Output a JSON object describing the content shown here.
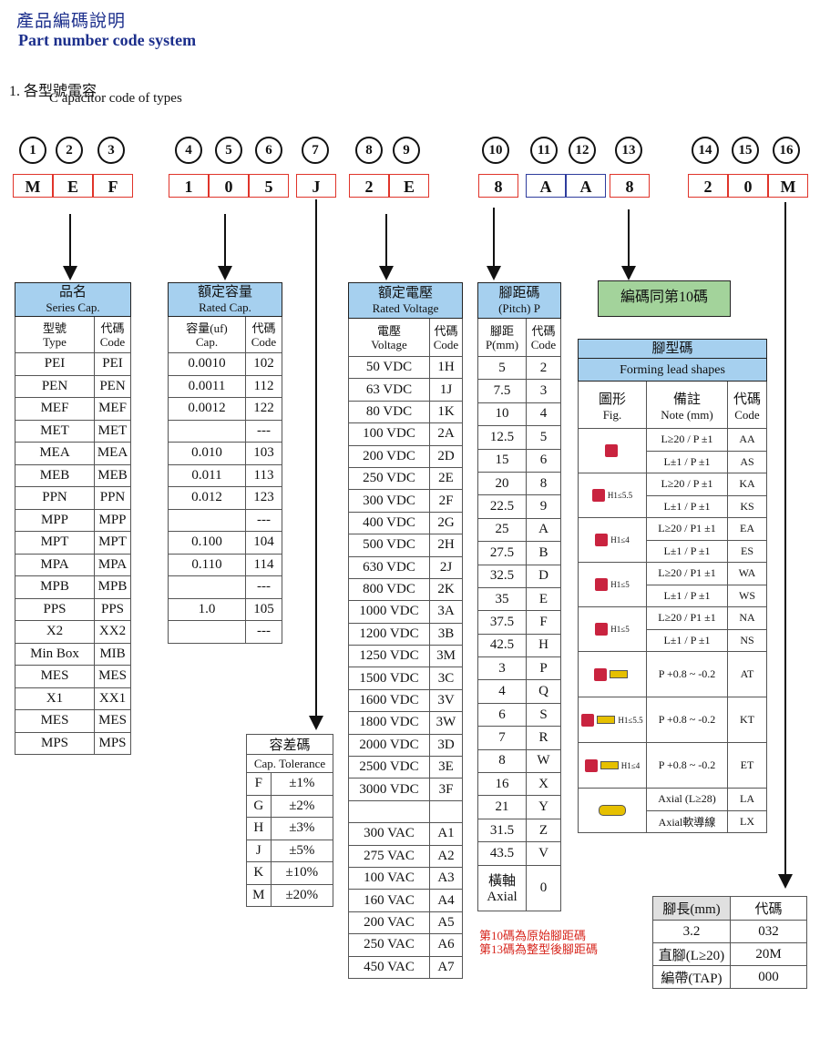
{
  "header": {
    "title_zh": "產品編碼說明",
    "title_en": "Part number code system",
    "section_num": "1.",
    "section_zh": "各型號電容",
    "section_en": "C apacitor code of types"
  },
  "positions": [
    "1",
    "2",
    "3",
    "4",
    "5",
    "6",
    "7",
    "8",
    "9",
    "10",
    "11",
    "12",
    "13",
    "14",
    "15",
    "16"
  ],
  "code_chars": [
    "M",
    "E",
    "F",
    "1",
    "0",
    "5",
    "J",
    "2",
    "E",
    "8",
    "A",
    "A",
    "8",
    "2",
    "0",
    "M"
  ],
  "series_table": {
    "title_zh": "品名",
    "title_en": "Series Cap.",
    "col1_zh": "型號",
    "col1_en": "Type",
    "col2_zh": "代碼",
    "col2_en": "Code",
    "rows": [
      [
        "PEI",
        "PEI"
      ],
      [
        "PEN",
        "PEN"
      ],
      [
        "MEF",
        "MEF"
      ],
      [
        "MET",
        "MET"
      ],
      [
        "MEA",
        "MEA"
      ],
      [
        "MEB",
        "MEB"
      ],
      [
        "PPN",
        "PPN"
      ],
      [
        "MPP",
        "MPP"
      ],
      [
        "MPT",
        "MPT"
      ],
      [
        "MPA",
        "MPA"
      ],
      [
        "MPB",
        "MPB"
      ],
      [
        "PPS",
        "PPS"
      ],
      [
        "X2",
        "XX2"
      ],
      [
        "Min Box",
        "MIB"
      ],
      [
        "MES",
        "MES"
      ],
      [
        "X1",
        "XX1"
      ],
      [
        "MES",
        "MES"
      ],
      [
        "MPS",
        "MPS"
      ]
    ]
  },
  "cap_table": {
    "title_zh": "額定容量",
    "title_en": "Rated Cap.",
    "col1_zh": "容量(uf)",
    "col1_en": "Cap.",
    "col2_zh": "代碼",
    "col2_en": "Code",
    "rows": [
      [
        "0.0010",
        "102"
      ],
      [
        "0.0011",
        "112"
      ],
      [
        "0.0012",
        "122"
      ],
      [
        "",
        "---"
      ],
      [
        "0.010",
        "103"
      ],
      [
        "0.011",
        "113"
      ],
      [
        "0.012",
        "123"
      ],
      [
        "",
        "---"
      ],
      [
        "0.100",
        "104"
      ],
      [
        "0.110",
        "114"
      ],
      [
        "",
        "---"
      ],
      [
        "1.0",
        "105"
      ],
      [
        "",
        "---"
      ]
    ]
  },
  "tol_table": {
    "title_zh": "容差碼",
    "title_en": "Cap. Tolerance",
    "rows": [
      [
        "F",
        "±1%"
      ],
      [
        "G",
        "±2%"
      ],
      [
        "H",
        "±3%"
      ],
      [
        "J",
        "±5%"
      ],
      [
        "K",
        "±10%"
      ],
      [
        "M",
        "±20%"
      ]
    ]
  },
  "volt_table": {
    "title_zh": "額定電壓",
    "title_en": "Rated Voltage",
    "col1_zh": "電壓",
    "col1_en": "Voltage",
    "col2_zh": "代碼",
    "col2_en": "Code",
    "rows": [
      [
        "50 VDC",
        "1H"
      ],
      [
        "63 VDC",
        "1J"
      ],
      [
        "80 VDC",
        "1K"
      ],
      [
        "100 VDC",
        "2A"
      ],
      [
        "200 VDC",
        "2D"
      ],
      [
        "250 VDC",
        "2E"
      ],
      [
        "300 VDC",
        "2F"
      ],
      [
        "400 VDC",
        "2G"
      ],
      [
        "500 VDC",
        "2H"
      ],
      [
        "630 VDC",
        "2J"
      ],
      [
        "800 VDC",
        "2K"
      ],
      [
        "1000 VDC",
        "3A"
      ],
      [
        "1200 VDC",
        "3B"
      ],
      [
        "1250 VDC",
        "3M"
      ],
      [
        "1500 VDC",
        "3C"
      ],
      [
        "1600 VDC",
        "3V"
      ],
      [
        "1800 VDC",
        "3W"
      ],
      [
        "2000 VDC",
        "3D"
      ],
      [
        "2500 VDC",
        "3E"
      ],
      [
        "3000 VDC",
        "3F"
      ],
      [
        "",
        ""
      ],
      [
        "300 VAC",
        "A1"
      ],
      [
        "275 VAC",
        "A2"
      ],
      [
        "100 VAC",
        "A3"
      ],
      [
        "160 VAC",
        "A4"
      ],
      [
        "200 VAC",
        "A5"
      ],
      [
        "250 VAC",
        "A6"
      ],
      [
        "450 VAC",
        "A7"
      ]
    ]
  },
  "pitch_table": {
    "title_zh": "腳距碼",
    "title_en": "(Pitch) P",
    "col1_zh": "腳距",
    "col1_en": "P(mm)",
    "col2_zh": "代碼",
    "col2_en": "Code",
    "rows": [
      [
        "5",
        "2"
      ],
      [
        "7.5",
        "3"
      ],
      [
        "10",
        "4"
      ],
      [
        "12.5",
        "5"
      ],
      [
        "15",
        "6"
      ],
      [
        "20",
        "8"
      ],
      [
        "22.5",
        "9"
      ],
      [
        "25",
        "A"
      ],
      [
        "27.5",
        "B"
      ],
      [
        "32.5",
        "D"
      ],
      [
        "35",
        "E"
      ],
      [
        "37.5",
        "F"
      ],
      [
        "42.5",
        "H"
      ],
      [
        "3",
        "P"
      ],
      [
        "4",
        "Q"
      ],
      [
        "6",
        "S"
      ],
      [
        "7",
        "R"
      ],
      [
        "8",
        "W"
      ],
      [
        "16",
        "X"
      ],
      [
        "21",
        "Y"
      ],
      [
        "31.5",
        "Z"
      ],
      [
        "43.5",
        "V"
      ]
    ],
    "axial_zh": "橫軸",
    "axial_en": "Axial",
    "axial_code": "0"
  },
  "pitch_note": [
    "第10碼為原始腳距碼",
    "第13碼為整型後腳距碼"
  ],
  "same_as_10": "編碼同第10碼",
  "forming_table": {
    "title_zh": "腳型碼",
    "title_en": "Forming lead shapes",
    "col1_zh": "圖形",
    "col1_en": "Fig.",
    "col2_zh": "備註",
    "col2_en": "Note (mm)",
    "col3_zh": "代碼",
    "col3_en": "Code",
    "groups": [
      {
        "fig_label": "",
        "rows": [
          [
            "L≥20 / P ±1",
            "AA"
          ],
          [
            "L±1 / P ±1",
            "AS"
          ]
        ]
      },
      {
        "fig_label": "H1≤5.5",
        "rows": [
          [
            "L≥20 / P ±1",
            "KA"
          ],
          [
            "L±1 / P ±1",
            "KS"
          ]
        ]
      },
      {
        "fig_label": "H1≤4",
        "rows": [
          [
            "L≥20 / P1 ±1",
            "EA"
          ],
          [
            "L±1 / P ±1",
            "ES"
          ]
        ]
      },
      {
        "fig_label": "H1≤5",
        "rows": [
          [
            "L≥20 / P1 ±1",
            "WA"
          ],
          [
            "L±1 / P ±1",
            "WS"
          ]
        ]
      },
      {
        "fig_label": "H1≤5",
        "rows": [
          [
            "L≥20 / P1 ±1",
            "NA"
          ],
          [
            "L±1 / P ±1",
            "NS"
          ]
        ]
      },
      {
        "fig_label": "",
        "rows": [
          [
            "P +0.8 ~ -0.2",
            "AT"
          ]
        ]
      },
      {
        "fig_label": "H1≤5.5",
        "rows": [
          [
            "P +0.8 ~ -0.2",
            "KT"
          ]
        ]
      },
      {
        "fig_label": "H1≤4",
        "rows": [
          [
            "P +0.8 ~ -0.2",
            "ET"
          ]
        ]
      },
      {
        "fig_label": "",
        "rows": [
          [
            "Axial (L≥28)",
            "LA"
          ],
          [
            "Axial軟導線",
            "LX"
          ]
        ]
      }
    ]
  },
  "leg_table": {
    "col1": "腳長(mm)",
    "col2": "代碼",
    "rows": [
      [
        "3.2",
        "032"
      ],
      [
        "直腳(L≥20)",
        "20M"
      ],
      [
        "編帶(TAP)",
        "000"
      ]
    ]
  }
}
